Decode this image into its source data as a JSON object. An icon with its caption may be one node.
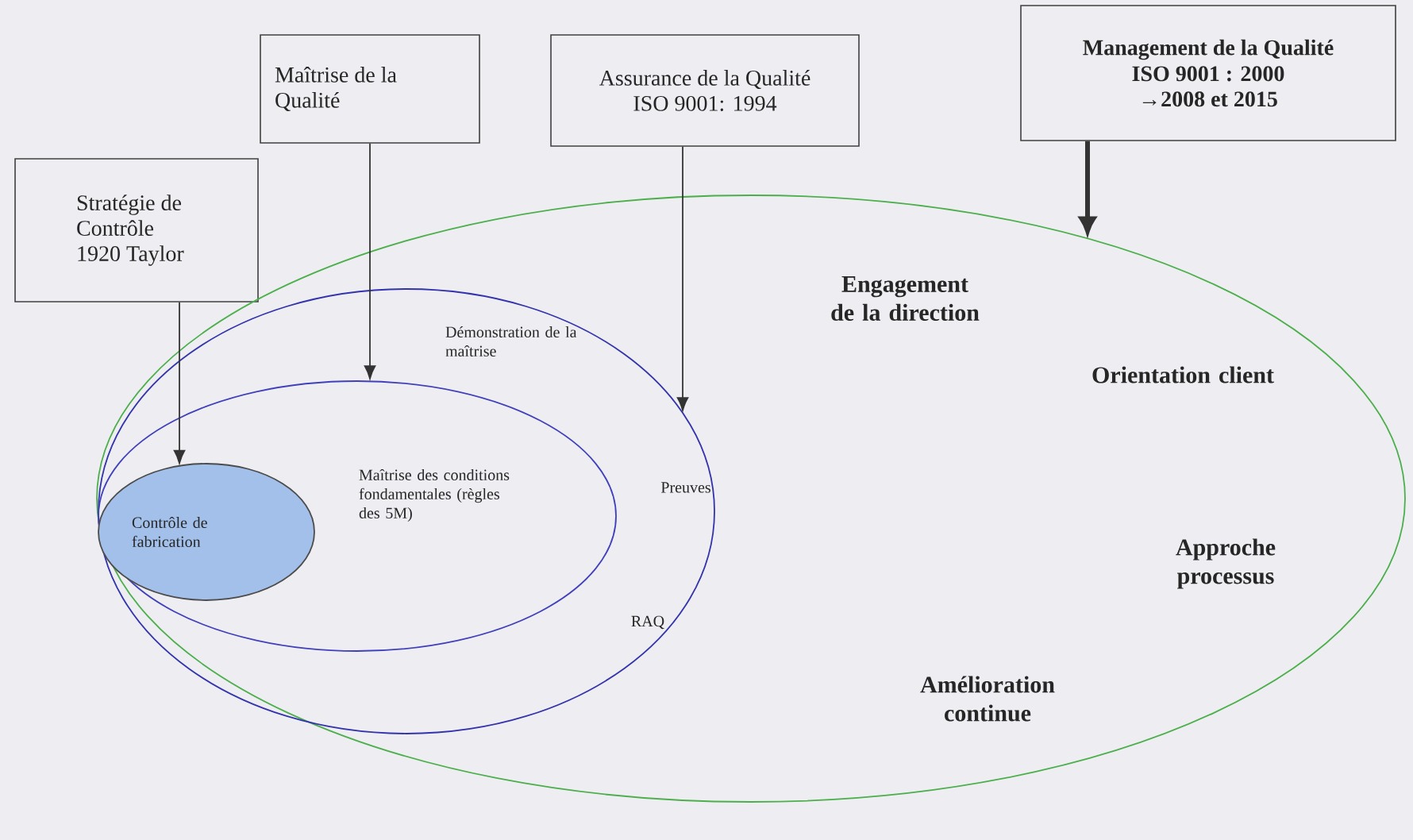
{
  "diagram": {
    "nodes": [
      {
        "text": [
          "Stratégie de Contrôle 1920 Taylor"
        ]
      },
      {
        "text": [
          "Maîtrise de la Qualité"
        ]
      },
      {
        "text": [
          "Assurance de la Qualité ISO 9001: 1994"
        ]
      },
      {
        "text": [
          "Management de la Qualité",
          "ISO 9001 : 2000 →2008 et 2015"
        ]
      },
      {
        "text": [
          "Engagement de la direction",
          "Orientation client",
          "Approche processus",
          "Amélioration continue"
        ]
      },
      {
        "text": [
          "Démonstration de la maîtrise",
          "Preuves",
          "RAQ"
        ],
        "in": 4
      },
      {
        "text": [
          "Maîtrise des conditions fondamentales (règles des 5M)"
        ],
        "in": 5
      },
      {
        "text": [
          "Contrôle de fabrication"
        ],
        "in": 6
      }
    ],
    "edges": [
      {
        "from": 0,
        "to": 7,
        "arrow": "to"
      },
      {
        "from": 1,
        "to": 6,
        "arrow": "to"
      },
      {
        "from": 2,
        "to": 5,
        "arrow": "to"
      },
      {
        "from": 3,
        "to": 4,
        "arrow": "to",
        "style": "thick"
      }
    ]
  }
}
